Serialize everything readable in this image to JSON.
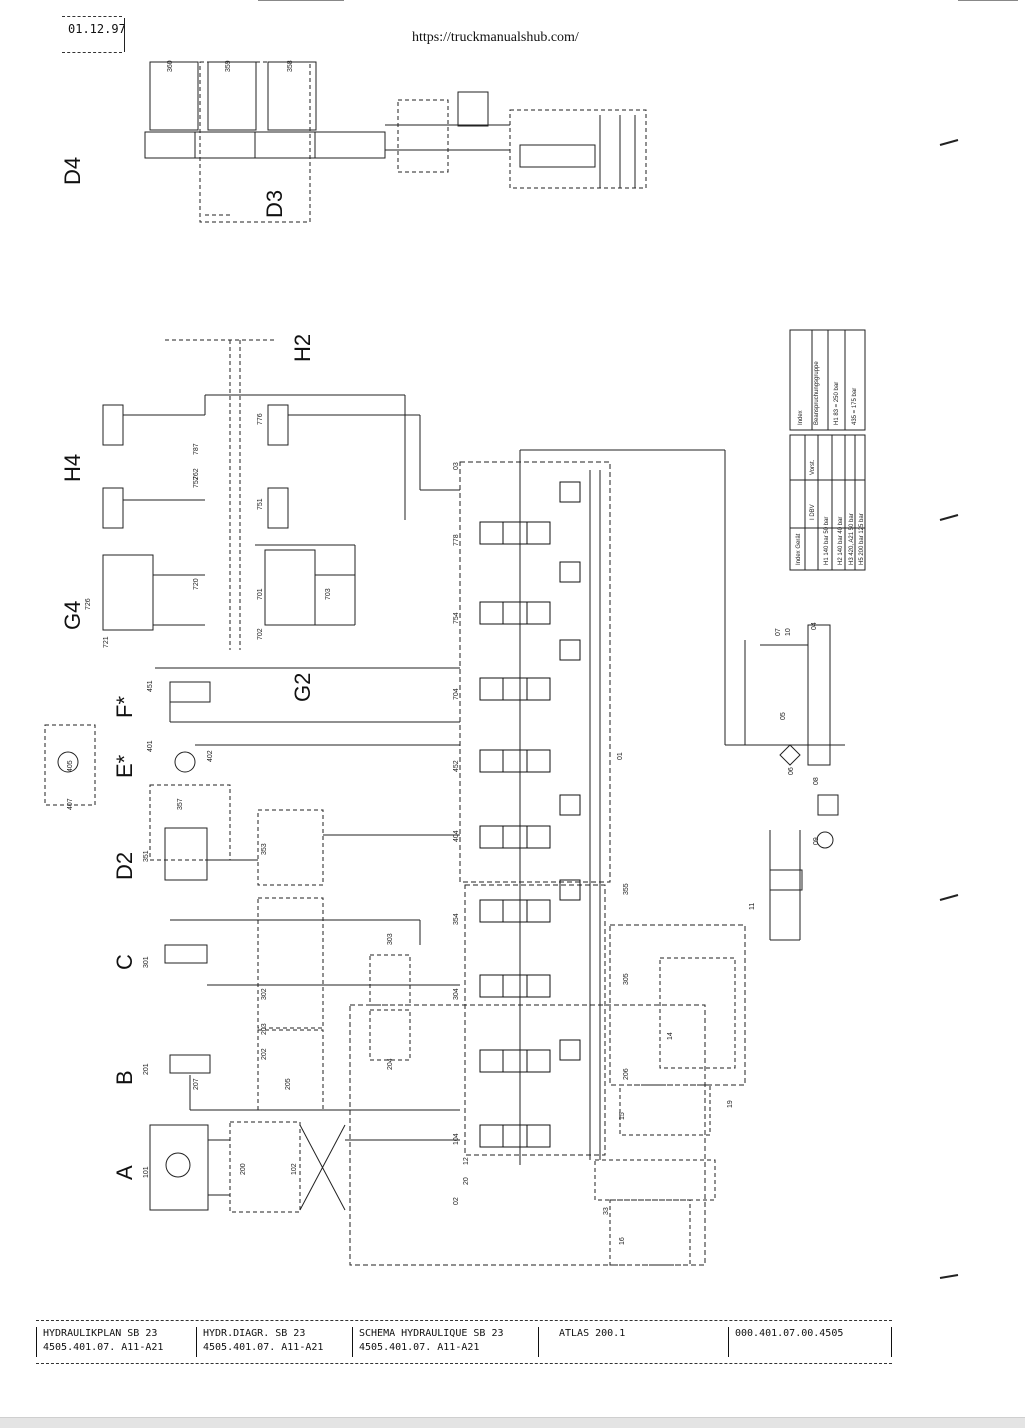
{
  "header": {
    "date": "01.12.97",
    "url": "https://truckmanualshub.com/"
  },
  "sections": {
    "D4": "D4",
    "D3": "D3",
    "H2": "H2",
    "H4": "H4",
    "G4": "G4",
    "G2": "G2",
    "F": "F*",
    "E": "E*",
    "D2": "D2",
    "C": "C",
    "B": "B",
    "A": "A"
  },
  "legend1": {
    "head": [
      "Index",
      "Beanspruchungsgruppe"
    ],
    "rows": [
      "H1 83  = 250 bar",
      "435  = 175 bar"
    ]
  },
  "legend2": {
    "head": [
      "Index Gerät",
      "I DBV",
      "Vorst."
    ],
    "rows": [
      "H1   140 bar  50 bar",
      "H2   140 bar  40 bar",
      "H3   420, A21  50 bar",
      "H5   200 bar  125 bar"
    ]
  },
  "components": [
    "101",
    "200",
    "102",
    "104",
    "02",
    "12",
    "20",
    "201",
    "202",
    "203",
    "205",
    "207",
    "204",
    "206",
    "301",
    "302",
    "303",
    "304",
    "305",
    "351",
    "353",
    "354",
    "355",
    "357",
    "358",
    "359",
    "360",
    "401",
    "402",
    "404",
    "405",
    "407",
    "451",
    "452",
    "701",
    "702",
    "703",
    "704",
    "720",
    "721",
    "726",
    "751",
    "752",
    "754",
    "762",
    "776",
    "778",
    "787",
    "01",
    "03",
    "04",
    "05",
    "06",
    "07",
    "08",
    "09",
    "10",
    "11",
    "14",
    "15",
    "16",
    "19",
    "33"
  ],
  "footer": {
    "cells": [
      [
        "HYDRAULIKPLAN  SB 23",
        "4505.401.07. A11-A21"
      ],
      [
        "HYDR.DIAGR.     SB 23",
        "4505.401.07. A11-A21"
      ],
      [
        "SCHEMA HYDRAULIQUE  SB 23",
        "4505.401.07. A11-A21"
      ],
      [
        "ATLAS 200.1",
        ""
      ],
      [
        "000.401.07.00.4505",
        ""
      ]
    ]
  }
}
